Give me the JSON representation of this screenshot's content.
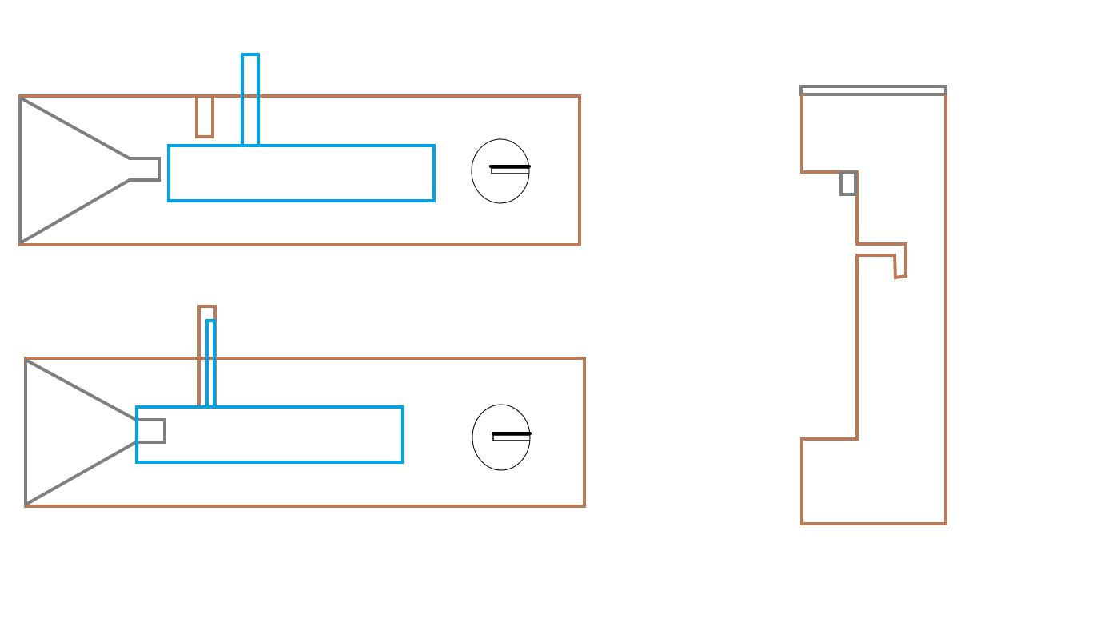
{
  "colors": {
    "background": "#ffffff",
    "housing": "#b97a57",
    "slider": "#00a2e8",
    "funnel": "#7f7f7f",
    "ink": "#000000"
  },
  "views": [
    {
      "id": "top-view-upper",
      "kind": "plan-view",
      "state": "slider-retracted"
    },
    {
      "id": "top-view-lower",
      "kind": "plan-view",
      "state": "slider-advanced"
    },
    {
      "id": "side-view",
      "kind": "section-view"
    }
  ]
}
